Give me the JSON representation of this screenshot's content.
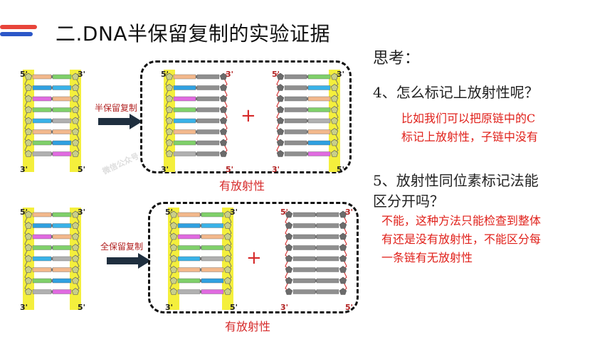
{
  "header": {
    "title": "二.DNA半保留复制的实验证据",
    "accent_colors": [
      "#e8443a",
      "#2b57c8"
    ]
  },
  "diagram": {
    "semi_label": "半保留复制",
    "full_label": "全保留复制",
    "plus_sign": "+",
    "caption_top": "有放射性",
    "caption_bottom": "有放射性",
    "end_5": "5'",
    "end_3": "3'",
    "watermark": "微信公众号",
    "colors": {
      "strand_highlight": "#f4ef3c",
      "parent_sugar": "#c9cf8a",
      "daughter_sugar": "#6b6b6b",
      "bond_red": "#d63b3b",
      "bases": [
        "#f2b88c",
        "#2fa0e0",
        "#e06ae0",
        "#7fd06a",
        "#39b2e8",
        "#f2b88c",
        "#7fd06a",
        "#b0b0b0"
      ]
    }
  },
  "panel": {
    "think": "思考：",
    "q4": "4、怎么标记上放射性呢？",
    "a4_line1": "比如我们可以把原链中的C",
    "a4_line2": "标记上放射性，子链中没有",
    "q5_line1": "5、放射性同位素标记法能",
    "q5_line2": "区分开吗？",
    "a5_line1": "不能，这种方法只能检查到整体",
    "a5_line2": "有还是没有放射性，不能区分每",
    "a5_line3": "一条链有无放射性"
  }
}
